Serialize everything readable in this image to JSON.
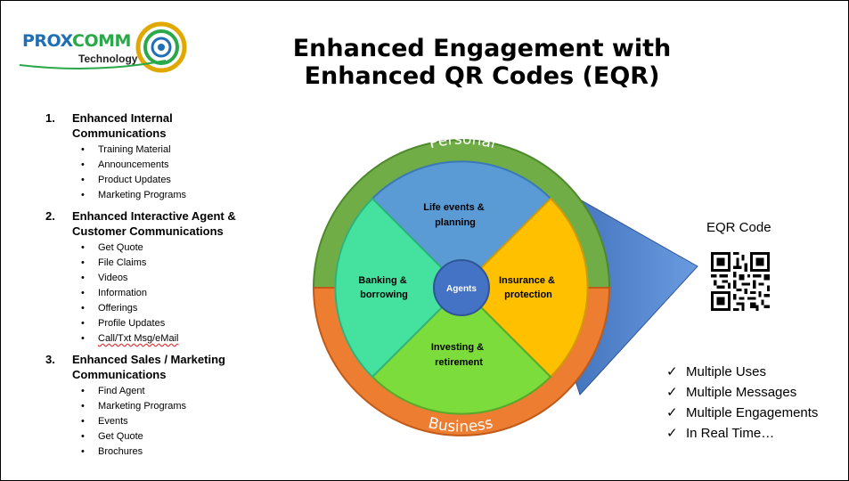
{
  "logo": {
    "word_a": "PROX",
    "word_b": "COMM",
    "sub": "Technology"
  },
  "title": {
    "line1": "Enhanced Engagement with",
    "line2": "Enhanced QR Codes (EQR)"
  },
  "sections": [
    {
      "num": "1.",
      "head_lines": [
        "Enhanced Internal",
        "Communications"
      ],
      "items": [
        "Training Material",
        "Announcements",
        "Product Updates",
        "Marketing Programs"
      ]
    },
    {
      "num": "2.",
      "head_lines": [
        "Enhanced Interactive Agent &",
        "Customer Communications"
      ],
      "items": [
        "Get Quote",
        "File Claims",
        "Videos",
        "Information",
        "Offerings",
        "Profile Updates",
        "Call/Txt Msg/eMail"
      ]
    },
    {
      "num": "3.",
      "head_lines": [
        "Enhanced Sales / Marketing",
        "Communications"
      ],
      "items": [
        "Find Agent",
        "Marketing Programs",
        "Events",
        "Get Quote",
        "Brochures"
      ]
    }
  ],
  "bullet_char": "•",
  "wheel": {
    "outer_top": "Personal",
    "outer_bottom": "Business",
    "center": "Agents",
    "segments": {
      "top": [
        "Life events &",
        "planning"
      ],
      "right": [
        "Insurance &",
        "protection"
      ],
      "bottom": [
        "Investing &",
        "retirement"
      ],
      "left": [
        "Banking &",
        "borrowing"
      ]
    },
    "colors": {
      "personal": "#70ad47",
      "business": "#ed7d31",
      "top": "#5b9bd5",
      "right": "#ffc000",
      "bottom": "#7cdc3c",
      "left": "#45e29f",
      "center": "#4472c4",
      "cone": "#4472c4"
    }
  },
  "eqr": {
    "label": "EQR Code"
  },
  "checklist": {
    "mark": "✓",
    "items": [
      "Multiple Uses",
      "Multiple Messages",
      "Multiple Engagements",
      "In Real Time…"
    ]
  }
}
